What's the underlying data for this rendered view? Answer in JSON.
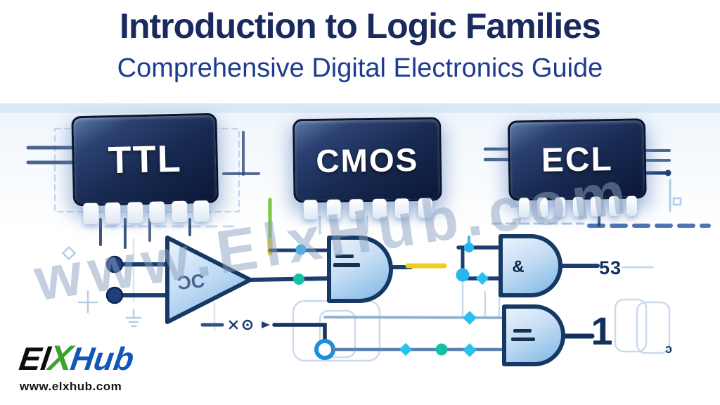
{
  "header": {
    "title": "Introduction to Logic Families",
    "subtitle": "Comprehensive Digital Electronics Guide"
  },
  "chips": [
    {
      "label": "TTL"
    },
    {
      "label": "CMOS"
    },
    {
      "label": "ECL"
    }
  ],
  "schematic": {
    "buffer_inner_text": "ϽϹ",
    "and2_inner_text": "&",
    "and2_output_label": "53",
    "and3_output_label": "1",
    "corner_mark": "ɔ"
  },
  "watermark": {
    "text": "www.ElxHub.com"
  },
  "logo": {
    "el": "El",
    "x": "X",
    "hub": "Hub",
    "url": "www.elxhub.com"
  },
  "colors": {
    "title": "#1a2a5e",
    "subtitle": "#1e3c8f",
    "chip_body": "#16294f",
    "gate_fill": "#c3dcf4",
    "wire": "#1b3e6f",
    "cyan_node": "#29b6ef",
    "teal_node": "#14c1a7",
    "yellow_wire": "#f0cd1d",
    "green_wire": "#55b637",
    "watermark": "#8aa0c0",
    "logo_green": "#3da22e",
    "logo_blue": "#1257b8"
  }
}
